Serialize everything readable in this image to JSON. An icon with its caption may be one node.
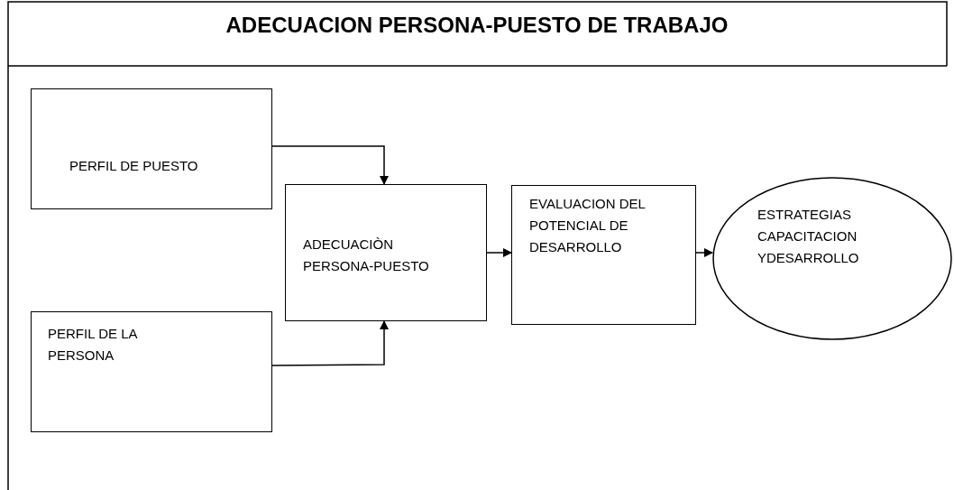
{
  "diagram": {
    "title": "ADECUACION PERSONA-PUESTO DE TRABAJO",
    "nodes": [
      {
        "text": [
          "PERFIL DE PUESTO"
        ]
      },
      {
        "text": [
          "ADECUACIÒN PERSONA-PUESTO"
        ]
      },
      {
        "text": [
          "EVALUACION DEL POTENCIAL DE DESARROLLO"
        ]
      },
      {
        "text": [
          "ESTRATEGIAS CAPACITACION YDESARROLLO"
        ]
      },
      {
        "text": [
          "PERFIL DE LA PERSONA"
        ]
      }
    ],
    "edges": [
      {
        "from": 0,
        "to": 1,
        "arrow": "to"
      },
      {
        "from": 4,
        "to": 1,
        "arrow": "to"
      },
      {
        "from": 1,
        "to": 2,
        "arrow": "to"
      },
      {
        "from": 2,
        "to": 3,
        "arrow": "to"
      }
    ]
  }
}
